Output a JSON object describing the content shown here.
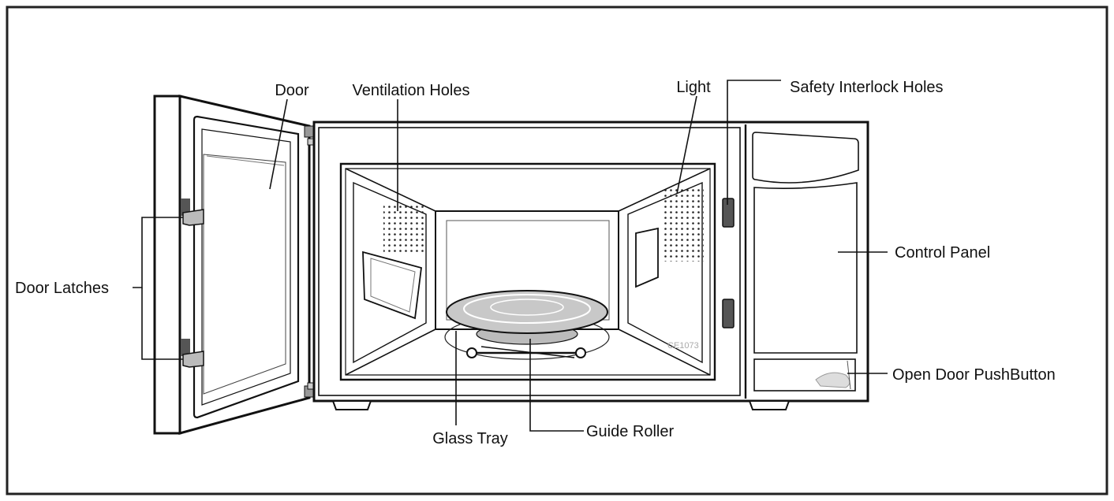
{
  "labels": {
    "door": "Door",
    "ventilation_holes": "Ventilation Holes",
    "light": "Light",
    "safety_interlock_holes": "Safety Interlock Holes",
    "control_panel": "Control Panel",
    "door_latches": "Door Latches",
    "open_door_pushbutton": "Open Door PushButton",
    "glass_tray": "Glass Tray",
    "guide_roller": "Guide Roller"
  },
  "model_code": "CE1073"
}
